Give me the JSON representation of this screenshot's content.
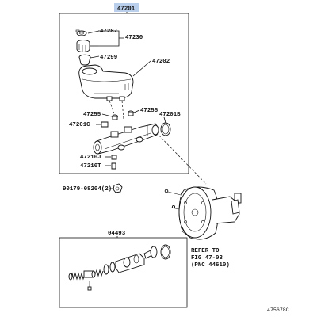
{
  "accent_color": "#b9cfec",
  "parts": {
    "main_assembly": "47201",
    "cap_gasket": "47287",
    "cap": "47230",
    "strainer": "47299",
    "reservoir": "47202",
    "grommet_left": "47255",
    "grommet_right": "47255",
    "o_ring": "47201B",
    "cylinder_body": "47201C",
    "pin": "47210J",
    "bolt": "47210T",
    "nut": "90179-08204(2)",
    "piston_kit": "04493"
  },
  "reference_note": {
    "line1": "REFER TO",
    "line2": "FIG 47-03",
    "line3": "(PNC 44610)"
  },
  "figure_id": "475678C"
}
